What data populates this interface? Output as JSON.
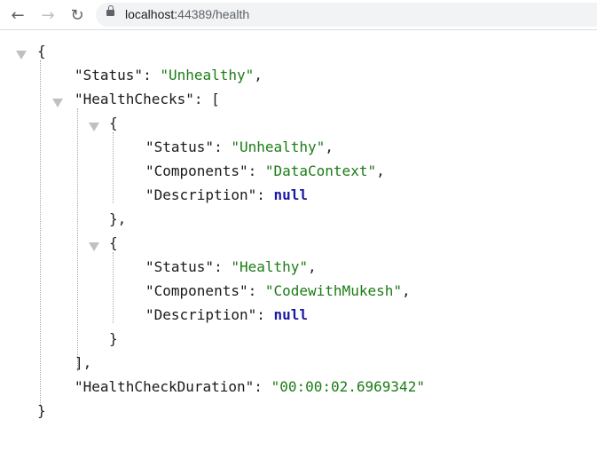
{
  "browser": {
    "back_label": "←",
    "forward_label": "→",
    "reload_label": "↻",
    "url_host": "localhost:",
    "url_rest": "44389/health"
  },
  "json": {
    "open_root": "{",
    "close_root": "}",
    "status_key": "\"Status\"",
    "status_value": "\"Unhealthy\"",
    "healthchecks_key": "\"HealthChecks\"",
    "open_array": "[",
    "close_array": "],",
    "duration_key": "\"HealthCheckDuration\"",
    "duration_value": "\"00:00:02.6969342\"",
    "entries": [
      {
        "open": "{",
        "close": "},",
        "status_key": "\"Status\"",
        "status_value": "\"Unhealthy\"",
        "components_key": "\"Components\"",
        "components_value": "\"DataContext\"",
        "description_key": "\"Description\"",
        "description_value": "null"
      },
      {
        "open": "{",
        "close": "}",
        "status_key": "\"Status\"",
        "status_value": "\"Healthy\"",
        "components_key": "\"Components\"",
        "components_value": "\"CodewithMukesh\"",
        "description_key": "\"Description\"",
        "description_value": "null"
      }
    ],
    "colon": ": ",
    "comma": ","
  },
  "colors": {
    "string": "#1b7c16",
    "null": "#1a1aa6",
    "key": "#1a1a1a"
  }
}
